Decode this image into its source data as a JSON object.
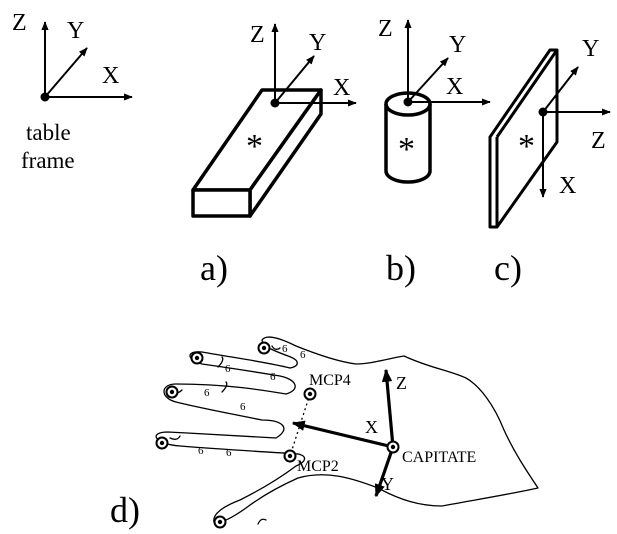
{
  "table_frame": {
    "z": "Z",
    "y": "Y",
    "x": "X",
    "caption_line1": "table",
    "caption_line2": "frame"
  },
  "box": {
    "z": "Z",
    "y": "Y",
    "x": "X",
    "star": "*",
    "label": "a)"
  },
  "cylinder": {
    "z": "Z",
    "y": "Y",
    "x": "X",
    "star": "*",
    "label": "b)"
  },
  "plate": {
    "y": "Y",
    "z": "Z",
    "x": "X",
    "star": "*",
    "label": "c)"
  },
  "hand": {
    "label": "d)",
    "mcp4": "MCP4",
    "mcp2": "MCP2",
    "capitate": "CAPITATE",
    "axis_z": "Z",
    "axis_x": "X",
    "axis_y": "Y"
  }
}
